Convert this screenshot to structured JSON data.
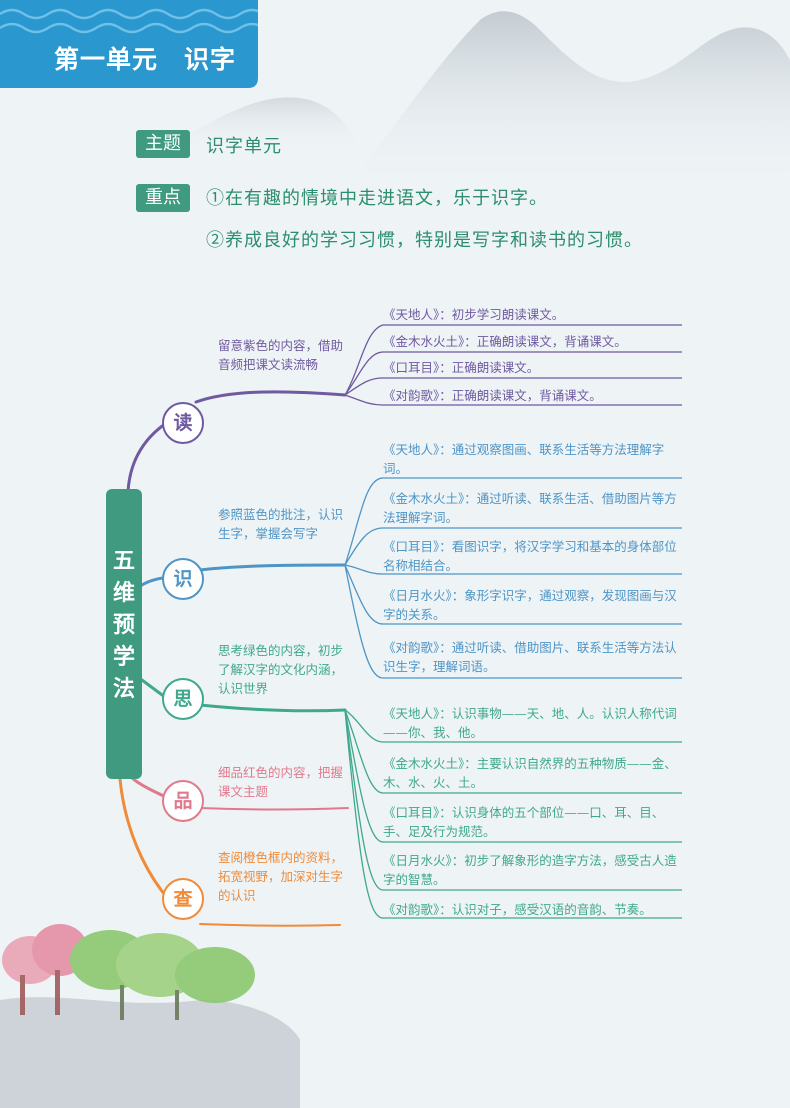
{
  "header": {
    "unit_title": "第一单元　识字"
  },
  "topic": {
    "tag": "主题",
    "text": "识字单元"
  },
  "focus": {
    "tag": "重点",
    "line1": "①在有趣的情境中走进语文，乐于识字。",
    "line2": "②养成良好的学习习惯，特别是写字和读书的习惯。"
  },
  "mindmap": {
    "center": "五维预学法",
    "colors": {
      "du": "#6f5aa0",
      "shi": "#4e95c6",
      "si": "#3fa88d",
      "pin": "#e1798c",
      "cha": "#ef8b3a",
      "main": "#3f9a7f"
    },
    "branches": {
      "du": {
        "label": "读",
        "note": "留意紫色的内容，借助音频把课文读流畅",
        "items": [
          "《天地人》：初步学习朗读课文。",
          "《金木水火土》：正确朗读课文，背诵课文。",
          "《口耳目》：正确朗读课文。",
          "《对韵歌》：正确朗读课文，背诵课文。"
        ]
      },
      "shi": {
        "label": "识",
        "note": "参照蓝色的批注，认识生字，掌握会写字",
        "items": [
          "《天地人》：通过观察图画、联系生活等方法理解字词。",
          "《金木水火土》：通过听读、联系生活、借助图片等方法理解字词。",
          "《口耳目》：看图识字，将汉字学习和基本的身体部位名称相结合。",
          "《日月水火》：象形字识字，通过观察，发现图画与汉字的关系。",
          "《对韵歌》：通过听读、借助图片、联系生活等方法认识生字，理解词语。"
        ]
      },
      "si": {
        "label": "思",
        "note": "思考绿色的内容，初步了解汉字的文化内涵，认识世界",
        "items": [
          "《天地人》：认识事物——天、地、人。认识人称代词——你、我、他。",
          "《金木水火土》：主要认识自然界的五种物质——金、木、水、火、土。",
          "《口耳目》：认识身体的五个部位——口、耳、目、手、足及行为规范。",
          "《日月水火》：初步了解象形的造字方法，感受古人造字的智慧。",
          "《对韵歌》：认识对子，感受汉语的音韵、节奏。"
        ]
      },
      "pin": {
        "label": "品",
        "note": "细品红色的内容，把握课文主题"
      },
      "cha": {
        "label": "查",
        "note": "查阅橙色框内的资料，拓宽视野，加深对生字的认识"
      }
    }
  }
}
